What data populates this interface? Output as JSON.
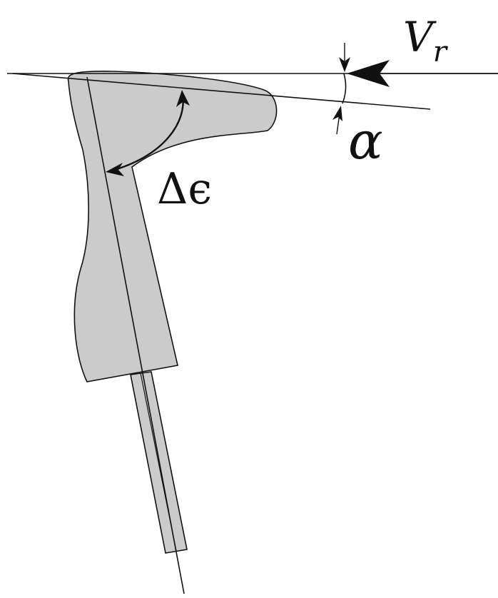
{
  "labels": {
    "velocity_symbol": "V",
    "velocity_subscript": "r",
    "angle_of_attack": "α",
    "delta_epsilon": "Δϵ"
  },
  "colors": {
    "body_fill": "#cbcbcb",
    "stroke": "#111111",
    "background": "#ffffff"
  }
}
